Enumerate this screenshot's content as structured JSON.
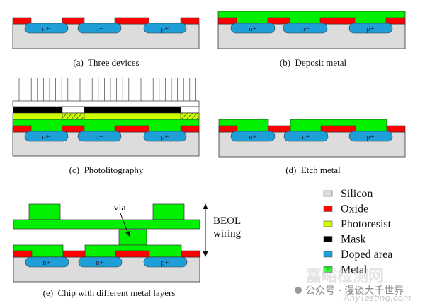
{
  "figure": {
    "panels": [
      {
        "id": "a",
        "caption": "(a)  Three devices",
        "step": "three-devices"
      },
      {
        "id": "b",
        "caption": "(b)  Deposit metal",
        "step": "deposit-metal"
      },
      {
        "id": "c",
        "caption": "(c)  Photolitography",
        "step": "photolithography"
      },
      {
        "id": "d",
        "caption": "(d)  Etch metal",
        "step": "etch-metal"
      },
      {
        "id": "e",
        "caption": "(e)  Chip with different metal layers",
        "step": "multi-layer"
      }
    ],
    "device_labels": [
      "n+",
      "n+",
      "p+"
    ],
    "annotations": {
      "via": "via",
      "beol_line1": "BEOL",
      "beol_line2": "wiring"
    },
    "legend": [
      {
        "label": "Silicon",
        "color": "#dcdcdc"
      },
      {
        "label": "Oxide",
        "color": "#ff0000"
      },
      {
        "label": "Photoresist",
        "color": "#ccff00"
      },
      {
        "label": "Mask",
        "color": "#000000"
      },
      {
        "label": "Doped area",
        "color": "#1e9fd8"
      },
      {
        "label": "Metal",
        "color": "#00f000"
      }
    ],
    "watermark": {
      "text": "公众号 · 漫谈大千世界",
      "site": "AnyTesting.com",
      "site_cn": "嘉峪检测网"
    }
  },
  "colors": {
    "silicon": "#dcdcdc",
    "oxide": "#ff0000",
    "photoresist": "#ccff00",
    "mask": "#000000",
    "doped": "#1e9fd8",
    "metal": "#00f000",
    "outline": "#333333"
  }
}
